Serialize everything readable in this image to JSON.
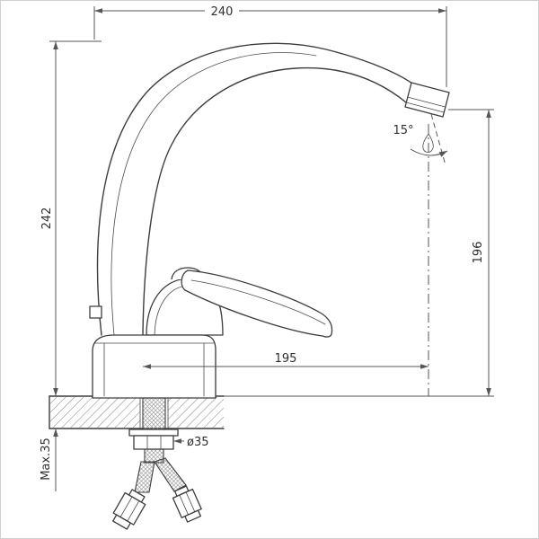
{
  "drawing": {
    "subject": "single-lever-kitchen-faucet-technical-drawing",
    "line_color": "#3c3c3c",
    "dim_color": "#565656",
    "background": "#ffffff"
  },
  "dims": {
    "top_width": "240",
    "overall_height": "242",
    "spout_height": "196",
    "spout_angle": "15°",
    "spout_reach": "195",
    "hole_diameter": "ø35",
    "max_counter_thickness": "Max.35"
  }
}
